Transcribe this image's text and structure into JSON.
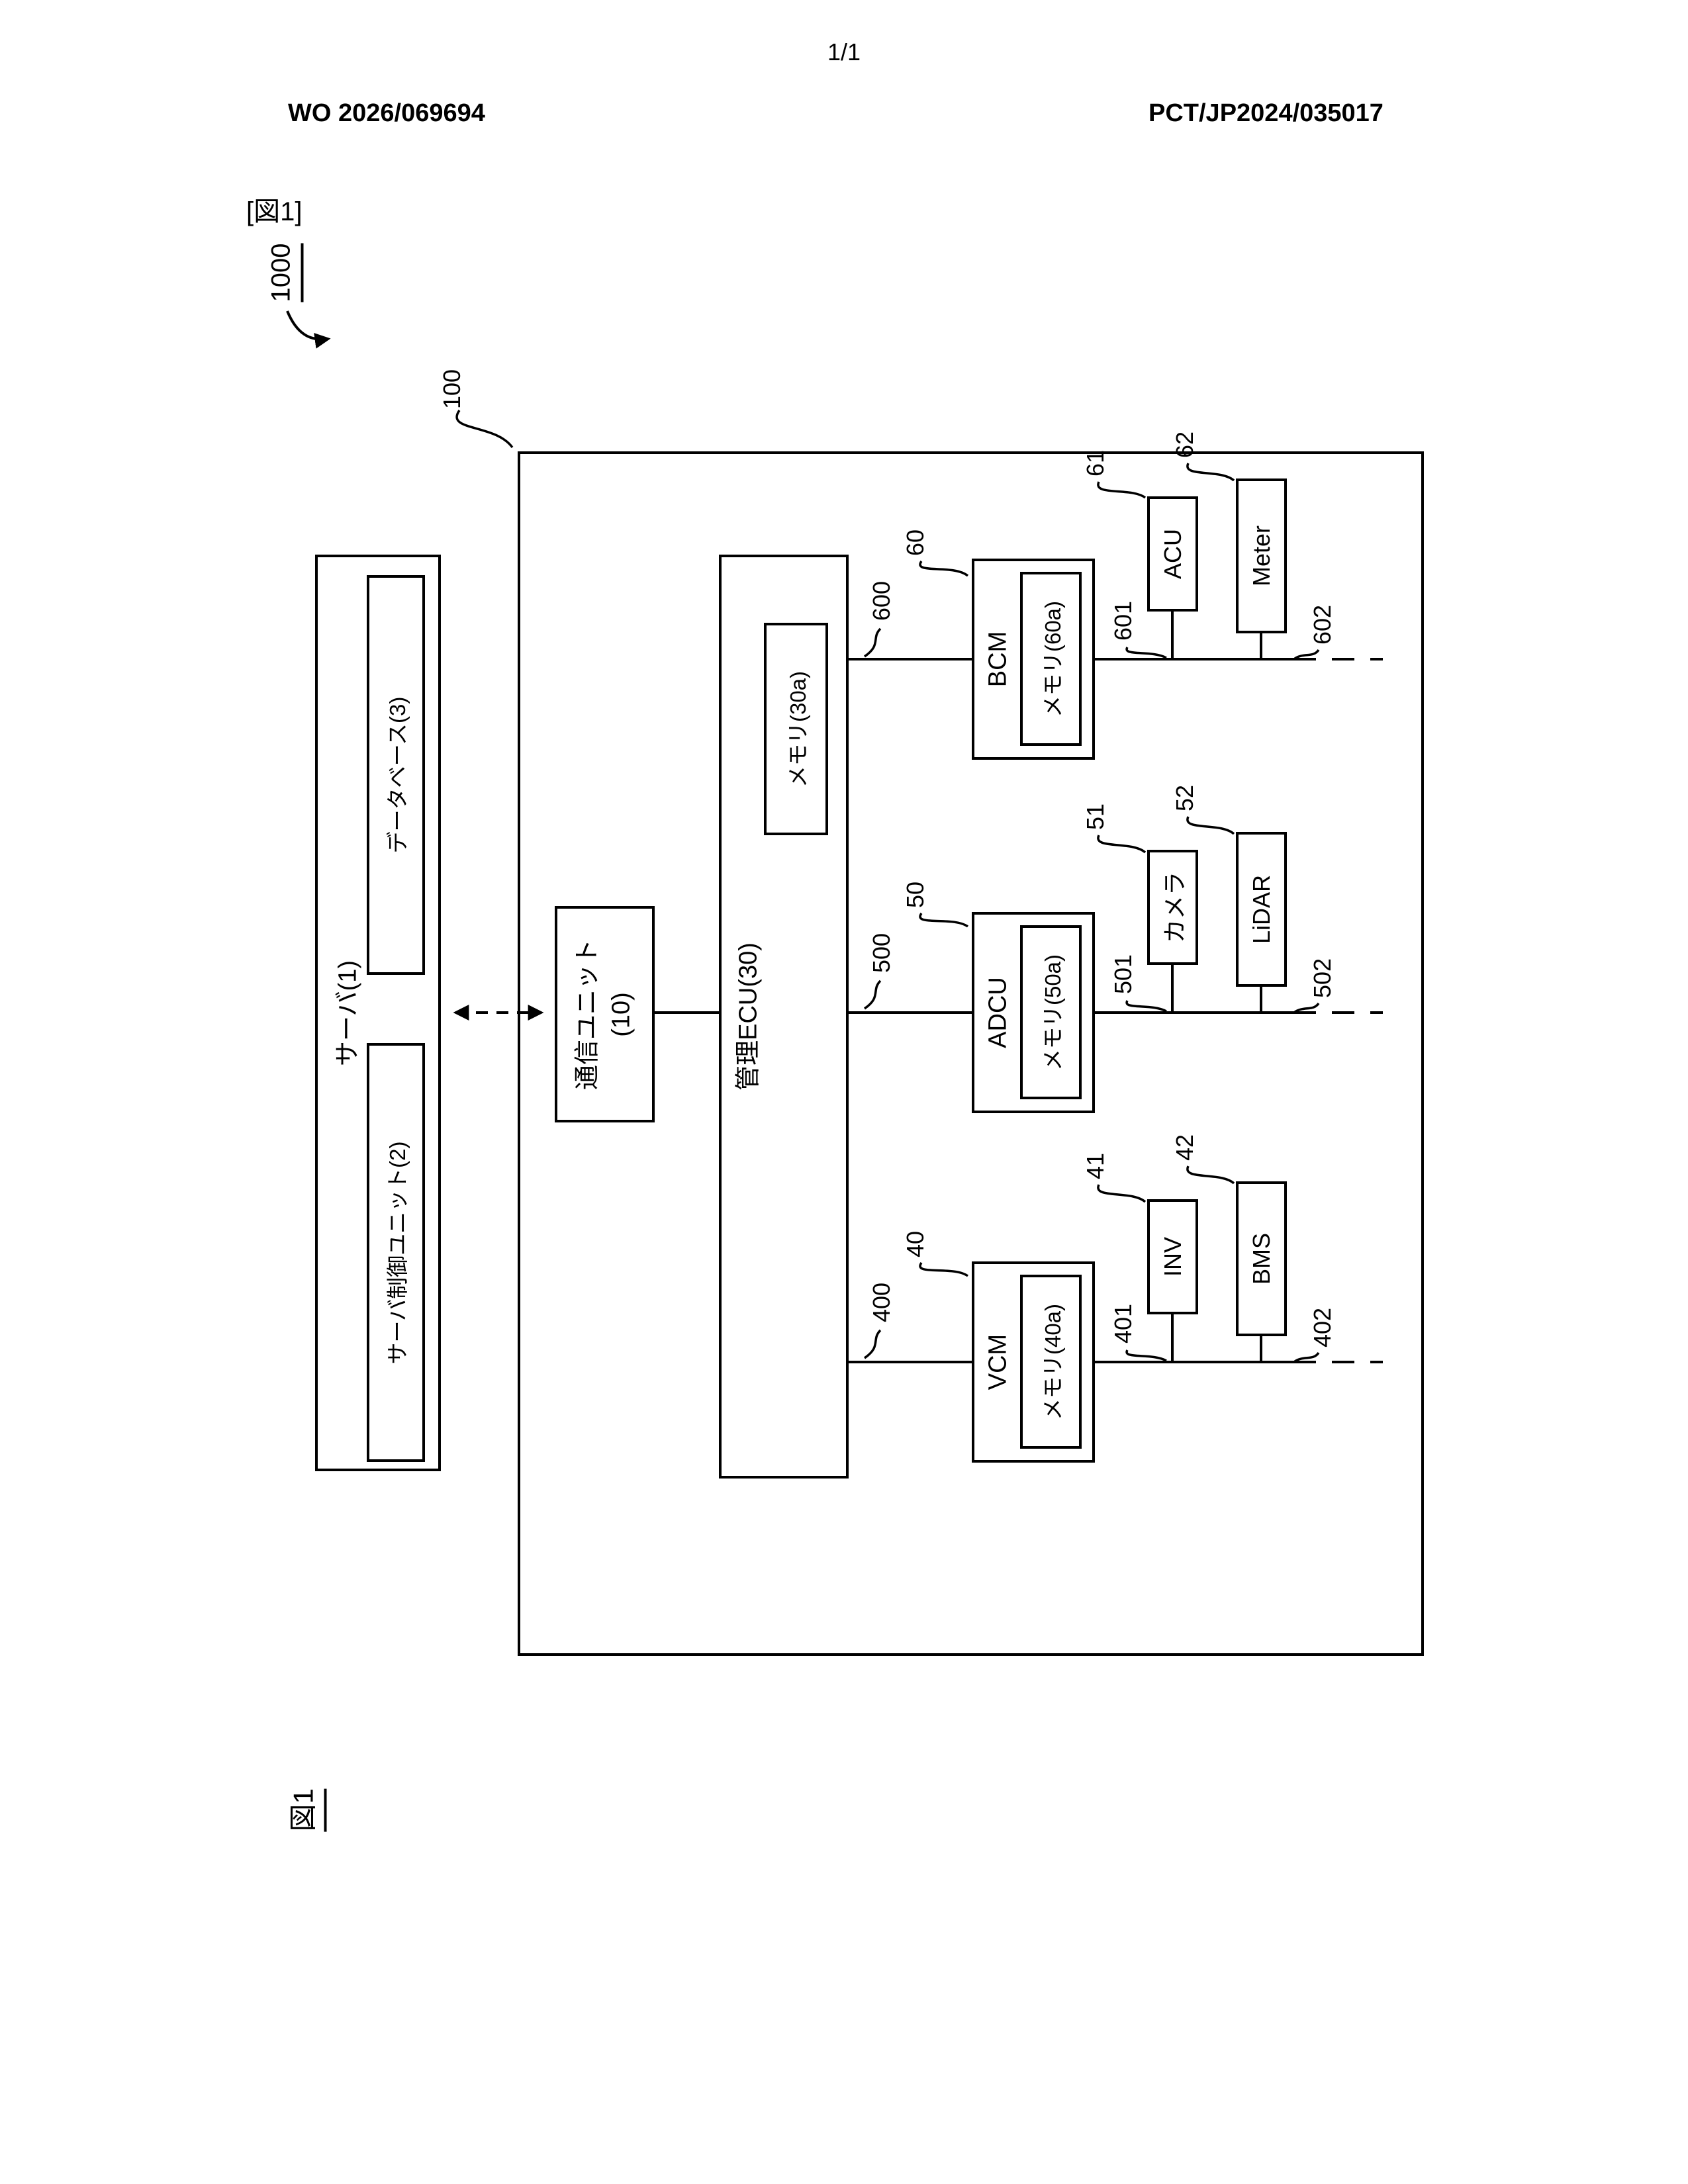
{
  "page": {
    "sheet_index": "1/1",
    "publication_number": "WO 2026/069694",
    "application_number": "PCT/JP2024/035017",
    "figure_tag": "[図1]",
    "figure_caption": "図1"
  },
  "figure": {
    "system_ref": "1000",
    "vehicle_ref": "100",
    "server": {
      "label": "サーバ(1)",
      "database_label": "データベース(3)",
      "control_unit_label": "サーバ制御ユニット(2)"
    },
    "comm_unit": {
      "line1": "通信ユニット",
      "line2": "(10)"
    },
    "ecu": {
      "label": "管理ECU(30)",
      "memory_label": "メモリ(30a)"
    },
    "subsystems": [
      {
        "ref": "60",
        "bus_ref": "600",
        "name": "BCM",
        "memory_label": "メモリ(60a)",
        "devices": [
          {
            "ref": "61",
            "name": "ACU",
            "line_ref": "601"
          },
          {
            "ref": "62",
            "name": "Meter",
            "line_ref": "602"
          }
        ]
      },
      {
        "ref": "50",
        "bus_ref": "500",
        "name": "ADCU",
        "memory_label": "メモリ(50a)",
        "devices": [
          {
            "ref": "51",
            "name": "カメラ",
            "line_ref": "501"
          },
          {
            "ref": "52",
            "name": "LiDAR",
            "line_ref": "502"
          }
        ]
      },
      {
        "ref": "40",
        "bus_ref": "400",
        "name": "VCM",
        "memory_label": "メモリ(40a)",
        "devices": [
          {
            "ref": "41",
            "name": "INV",
            "line_ref": "401"
          },
          {
            "ref": "42",
            "name": "BMS",
            "line_ref": "402"
          }
        ]
      }
    ]
  }
}
